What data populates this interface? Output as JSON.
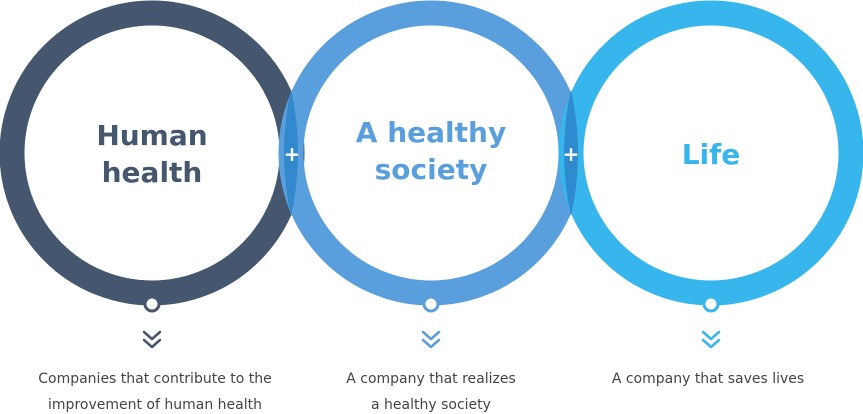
{
  "colors": {
    "human_health": "#45566f",
    "healthy_society": "#5a9fdd",
    "life": "#36b6ec",
    "overlap": "#2f86cc",
    "caption": "#444444"
  },
  "circles": [
    {
      "title_lines": [
        "Human",
        "health"
      ],
      "caption_lines": [
        "Companies that contribute to the",
        "improvement of human health"
      ]
    },
    {
      "title_lines": [
        "A healthy",
        "society"
      ],
      "caption_lines": [
        "A company that realizes",
        "a healthy society"
      ]
    },
    {
      "title_lines": [
        "Life"
      ],
      "caption_lines": [
        "A company that saves lives"
      ]
    }
  ],
  "plus_signs": [
    "+",
    "+"
  ],
  "icons": {
    "pointer": "double-chevron-down-icon",
    "node": "ring-node-icon"
  }
}
